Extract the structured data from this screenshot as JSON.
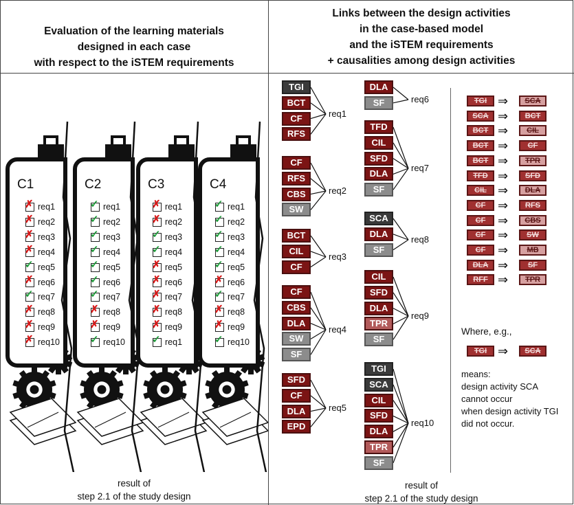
{
  "left_header": [
    "Evaluation of the learning materials",
    "designed in each case",
    "with respect to the iSTEM requirements"
  ],
  "right_header": [
    "Links between the design activities",
    "in the case-based model",
    "and the iSTEM requirements",
    "+ causalities among design activities"
  ],
  "footer_left": [
    "result of",
    "step 2.1 of the study design"
  ],
  "footer_right": [
    "result of",
    "step 2.1 of the study design"
  ],
  "cases": [
    {
      "label": "C1",
      "items": [
        {
          "text": "req1",
          "status": "no"
        },
        {
          "text": "req2",
          "status": "no"
        },
        {
          "text": "req3",
          "status": "no"
        },
        {
          "text": "req4",
          "status": "no"
        },
        {
          "text": "req5",
          "status": "yes"
        },
        {
          "text": "req6",
          "status": "no"
        },
        {
          "text": "req7",
          "status": "yes"
        },
        {
          "text": "req8",
          "status": "no"
        },
        {
          "text": "req9",
          "status": "no"
        },
        {
          "text": "req10",
          "status": "no"
        }
      ]
    },
    {
      "label": "C2",
      "items": [
        {
          "text": "req1",
          "status": "yes"
        },
        {
          "text": "req2",
          "status": "yes"
        },
        {
          "text": "req3",
          "status": "yes"
        },
        {
          "text": "req4",
          "status": "yes"
        },
        {
          "text": "req5",
          "status": "yes"
        },
        {
          "text": "req6",
          "status": "yes"
        },
        {
          "text": "req7",
          "status": "yes"
        },
        {
          "text": "req8",
          "status": "no"
        },
        {
          "text": "req9",
          "status": "no"
        },
        {
          "text": "req10",
          "status": "yes"
        }
      ]
    },
    {
      "label": "C3",
      "items": [
        {
          "text": "req1",
          "status": "no"
        },
        {
          "text": "req2",
          "status": "no"
        },
        {
          "text": "req3",
          "status": "yes"
        },
        {
          "text": "req4",
          "status": "yes"
        },
        {
          "text": "req5",
          "status": "no"
        },
        {
          "text": "req6",
          "status": "no"
        },
        {
          "text": "req7",
          "status": "no"
        },
        {
          "text": "req8",
          "status": "no"
        },
        {
          "text": "req9",
          "status": "no"
        },
        {
          "text": "req1",
          "status": "yes"
        }
      ]
    },
    {
      "label": "C4",
      "items": [
        {
          "text": "req1",
          "status": "yes"
        },
        {
          "text": "req2",
          "status": "yes"
        },
        {
          "text": "req3",
          "status": "yes"
        },
        {
          "text": "req4",
          "status": "yes"
        },
        {
          "text": "req5",
          "status": "yes"
        },
        {
          "text": "req6",
          "status": "no"
        },
        {
          "text": "req7",
          "status": "yes"
        },
        {
          "text": "req8",
          "status": "no"
        },
        {
          "text": "req9",
          "status": "no"
        },
        {
          "text": "req10",
          "status": "yes"
        }
      ]
    }
  ],
  "groups": [
    {
      "req": "req1",
      "boxes": [
        {
          "t": "TGI",
          "c": "black"
        },
        {
          "t": "BCT",
          "c": "dark"
        },
        {
          "t": "CF",
          "c": "dark"
        },
        {
          "t": "RFS",
          "c": "dark"
        }
      ]
    },
    {
      "req": "req2",
      "boxes": [
        {
          "t": "CF",
          "c": "dark"
        },
        {
          "t": "RFS",
          "c": "dark"
        },
        {
          "t": "CBS",
          "c": "dark"
        },
        {
          "t": "SW",
          "c": "grey"
        }
      ]
    },
    {
      "req": "req3",
      "boxes": [
        {
          "t": "BCT",
          "c": "dark"
        },
        {
          "t": "CIL",
          "c": "dark"
        },
        {
          "t": "CF",
          "c": "dark"
        }
      ]
    },
    {
      "req": "req4",
      "boxes": [
        {
          "t": "CF",
          "c": "dark"
        },
        {
          "t": "CBS",
          "c": "dark"
        },
        {
          "t": "DLA",
          "c": "dark"
        },
        {
          "t": "SW",
          "c": "grey"
        },
        {
          "t": "SF",
          "c": "grey"
        }
      ]
    },
    {
      "req": "req5",
      "boxes": [
        {
          "t": "SFD",
          "c": "dark"
        },
        {
          "t": "CF",
          "c": "dark"
        },
        {
          "t": "DLA",
          "c": "dark"
        },
        {
          "t": "EPD",
          "c": "dark"
        }
      ]
    },
    {
      "req": "req6",
      "boxes": [
        {
          "t": "DLA",
          "c": "dark"
        },
        {
          "t": "SF",
          "c": "grey"
        }
      ]
    },
    {
      "req": "req7",
      "boxes": [
        {
          "t": "TFD",
          "c": "dark"
        },
        {
          "t": "CIL",
          "c": "dark"
        },
        {
          "t": "SFD",
          "c": "dark"
        },
        {
          "t": "DLA",
          "c": "dark"
        },
        {
          "t": "SF",
          "c": "grey"
        }
      ]
    },
    {
      "req": "req8",
      "boxes": [
        {
          "t": "SCA",
          "c": "black"
        },
        {
          "t": "DLA",
          "c": "dark"
        },
        {
          "t": "SF",
          "c": "grey"
        }
      ]
    },
    {
      "req": "req9",
      "boxes": [
        {
          "t": "CIL",
          "c": "dark"
        },
        {
          "t": "SFD",
          "c": "dark"
        },
        {
          "t": "DLA",
          "c": "dark"
        },
        {
          "t": "TPR",
          "c": "pink"
        },
        {
          "t": "SF",
          "c": "grey"
        }
      ]
    },
    {
      "req": "req10",
      "boxes": [
        {
          "t": "TGI",
          "c": "black"
        },
        {
          "t": "SCA",
          "c": "black"
        },
        {
          "t": "CIL",
          "c": "dark"
        },
        {
          "t": "SFD",
          "c": "dark"
        },
        {
          "t": "DLA",
          "c": "dark"
        },
        {
          "t": "TPR",
          "c": "pink"
        },
        {
          "t": "SF",
          "c": "grey"
        }
      ]
    }
  ],
  "causalities": [
    [
      "TGI",
      "SCA"
    ],
    [
      "SCA",
      "BCT"
    ],
    [
      "BCT",
      "CIL"
    ],
    [
      "BCT",
      "CF"
    ],
    [
      "BCT",
      "TPR"
    ],
    [
      "TFD",
      "SFD"
    ],
    [
      "CIL",
      "DLA"
    ],
    [
      "CF",
      "RFS"
    ],
    [
      "CF",
      "CBS"
    ],
    [
      "CF",
      "SW"
    ],
    [
      "CF",
      "MB"
    ],
    [
      "DLA",
      "SF"
    ],
    [
      "RFF",
      "TPR"
    ]
  ],
  "arrow_symbol": "⇒",
  "example": {
    "label": "Where, e.g.,",
    "from": "TGI",
    "to": "SCA",
    "explain": [
      "means:",
      "design activity SCA",
      "cannot occur",
      "when design activity TGI",
      "did not occur."
    ]
  },
  "icon_names": [
    "clipboard-icon",
    "gear-icon",
    "paper-stack-icon",
    "check-icon",
    "cross-icon"
  ],
  "colors": {
    "dark_box": "#7b1414",
    "black_box": "#3a3a3a",
    "pink_box": "#b25a5a",
    "grey_box": "#8c8c8c",
    "check": "#1f9a3a",
    "cross": "#d81a1a"
  }
}
